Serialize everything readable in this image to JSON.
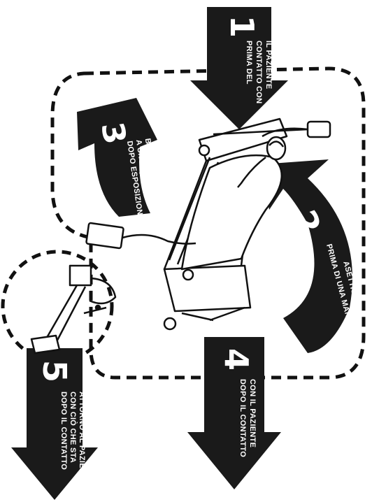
{
  "moments": [
    {
      "number": "1",
      "lines": [
        "PRIMA DEL",
        "CONTATTO CON",
        "IL PAZIENTE"
      ]
    },
    {
      "number": "2",
      "lines": [
        "PRIMA DI UNA MANOVRA",
        "ASETTICA"
      ]
    },
    {
      "number": "3",
      "lines": [
        "DOPO ESPOSIZIONE",
        "A UN LIQUIDO",
        "BIOLOGICO"
      ]
    },
    {
      "number": "4",
      "lines": [
        "DOPO IL CONTATTO",
        "CON IL PAZIENTE"
      ]
    },
    {
      "number": "5",
      "lines": [
        "DOPO IL CONTATTO",
        "CON CIÒ CHE STA",
        "ATTORNO AL PAZIENTE"
      ]
    }
  ],
  "colors": {
    "arrow": "#1a1a1a",
    "text": "#ffffff",
    "outline": "#111111"
  }
}
